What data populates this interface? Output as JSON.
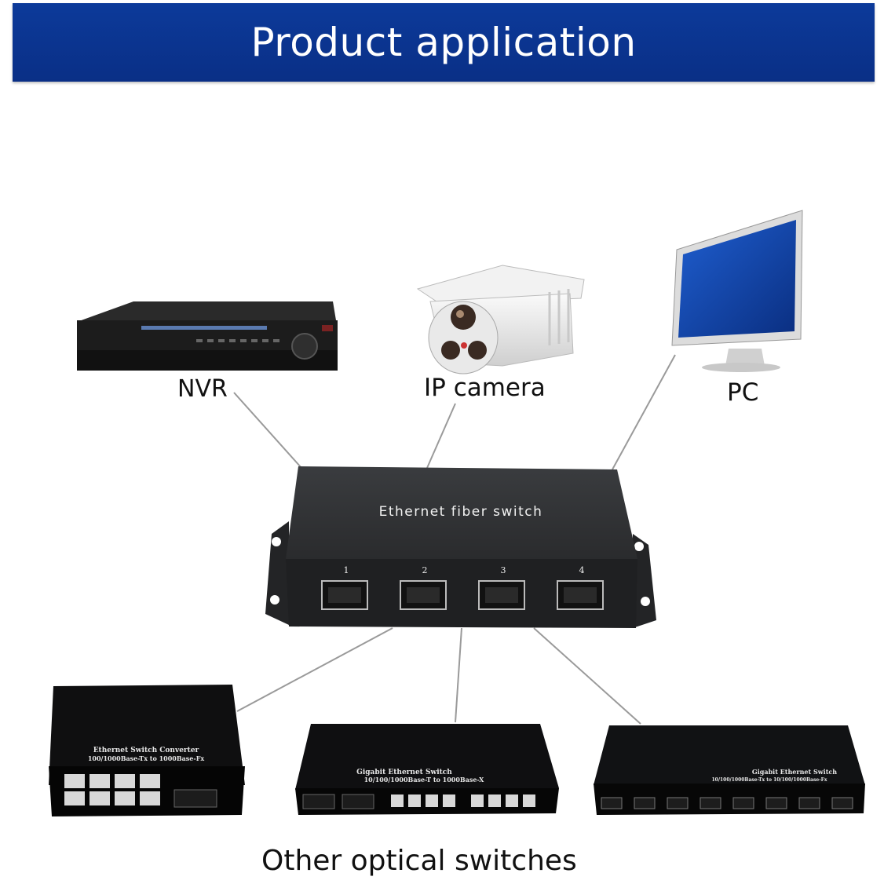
{
  "banner": {
    "title": "Product application"
  },
  "devices": {
    "nvr": {
      "label": "NVR"
    },
    "ip_camera": {
      "label": "IP camera"
    },
    "pc": {
      "label": "PC"
    }
  },
  "main_switch": {
    "label": "Ethernet fiber switch",
    "ports": [
      "1",
      "2",
      "3",
      "4"
    ]
  },
  "other_switches": {
    "label": "Other optical switches",
    "converter": {
      "line1": "Ethernet Switch Converter",
      "line2": "100/1000Base-Tx to 1000Base-Fx"
    },
    "gigabit_switch": {
      "line1": "Gigabit Ethernet Switch",
      "line2": "10/100/1000Base-T to 1000Base-X"
    },
    "fiber_switch": {
      "line1": "Gigabit Ethernet Switch",
      "line2": "10/100/1000Base-Tx to 10/100/1000Base-Fx"
    }
  },
  "colors": {
    "banner": "#0c3a9a",
    "device_body": "#2e3033",
    "connector_line": "#9a9a9a"
  }
}
